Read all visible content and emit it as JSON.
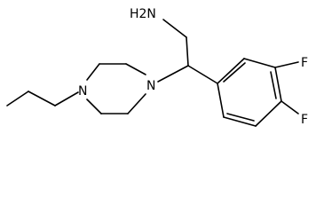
{
  "molecule": {
    "atom_labels": {
      "amine": "H2N",
      "piperazine_n1": "N",
      "piperazine_n4": "N",
      "fluoro_meta": "F",
      "fluoro_para": "F"
    }
  }
}
